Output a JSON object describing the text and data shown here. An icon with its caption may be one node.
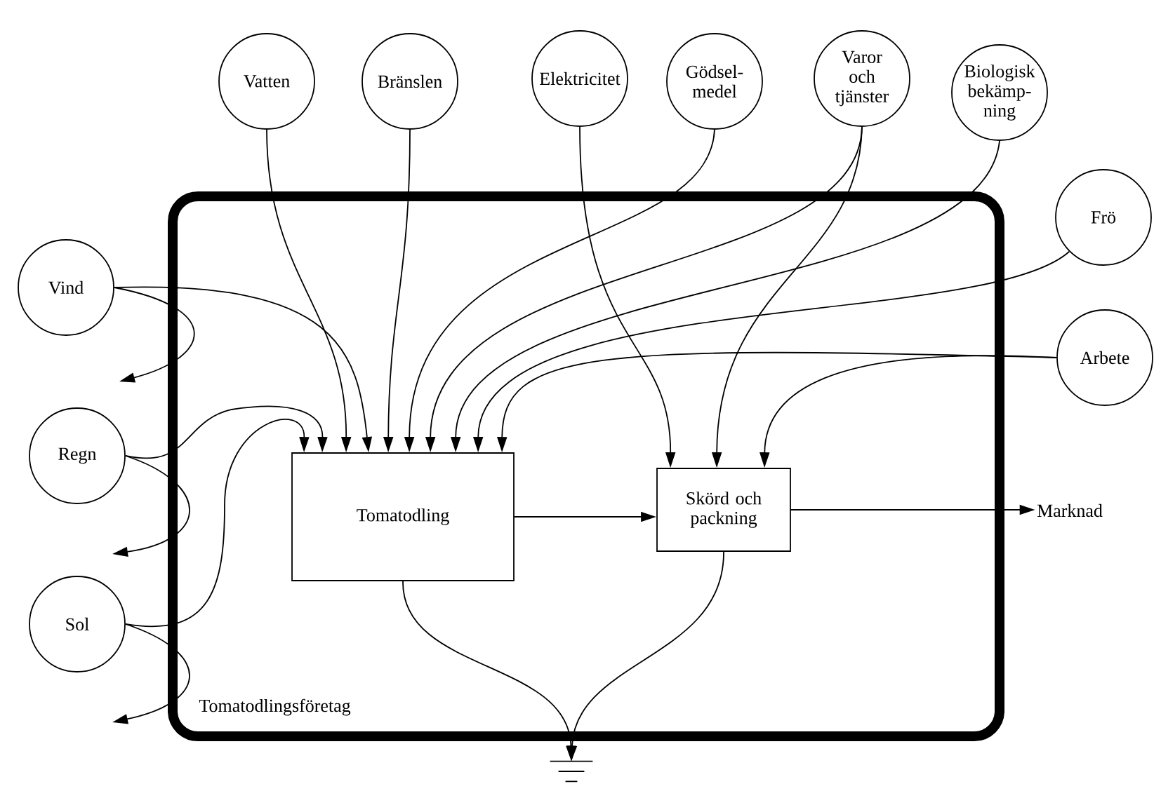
{
  "diagram": {
    "nodes": [
      {
        "text": [
          "Tomatodlingsföretag"
        ]
      },
      {
        "text": [
          "Tomatodling"
        ],
        "in": 0
      },
      {
        "text": [
          "Skörd och packning"
        ],
        "in": 0
      },
      {
        "text": [
          "Vatten"
        ]
      },
      {
        "text": [
          "Bränslen"
        ]
      },
      {
        "text": [
          "Elektricitet"
        ]
      },
      {
        "text": [
          "Gödsel- medel"
        ]
      },
      {
        "text": [
          "Varor och tjänster"
        ]
      },
      {
        "text": [
          "Biologisk bekämp- ning"
        ]
      },
      {
        "text": [
          "Frö"
        ]
      },
      {
        "text": [
          "Arbete"
        ]
      },
      {
        "text": [
          "Vind"
        ]
      },
      {
        "text": [
          "Regn"
        ]
      },
      {
        "text": [
          "Sol"
        ]
      },
      {
        "text": [
          "Marknad"
        ]
      },
      {
        "text": [],
        "shape": "ground"
      }
    ],
    "edges": [
      {
        "from": 13,
        "to": 1,
        "arrow": "to"
      },
      {
        "from": 12,
        "to": 1,
        "arrow": "to"
      },
      {
        "from": 3,
        "to": 1,
        "arrow": "to"
      },
      {
        "from": 11,
        "to": 1,
        "arrow": "to"
      },
      {
        "from": 4,
        "to": 1,
        "arrow": "to"
      },
      {
        "from": 6,
        "to": 1,
        "arrow": "to"
      },
      {
        "from": 7,
        "to": 1,
        "arrow": "to"
      },
      {
        "from": 8,
        "to": 1,
        "arrow": "to"
      },
      {
        "from": 9,
        "to": 1,
        "arrow": "to"
      },
      {
        "from": 10,
        "to": 1,
        "arrow": "to"
      },
      {
        "from": 5,
        "to": 2,
        "arrow": "to"
      },
      {
        "from": 7,
        "to": 2,
        "arrow": "to"
      },
      {
        "from": 10,
        "to": 2,
        "arrow": "to"
      },
      {
        "from": 11,
        "to": null,
        "arrow": "to"
      },
      {
        "from": 12,
        "to": null,
        "arrow": "to"
      },
      {
        "from": 13,
        "to": null,
        "arrow": "to"
      },
      {
        "from": 1,
        "to": 2,
        "arrow": "to"
      },
      {
        "from": 2,
        "to": 14,
        "arrow": "to"
      },
      {
        "from": 1,
        "to": 15,
        "arrow": "to"
      },
      {
        "from": 2,
        "to": 15,
        "arrow": "to"
      }
    ]
  }
}
